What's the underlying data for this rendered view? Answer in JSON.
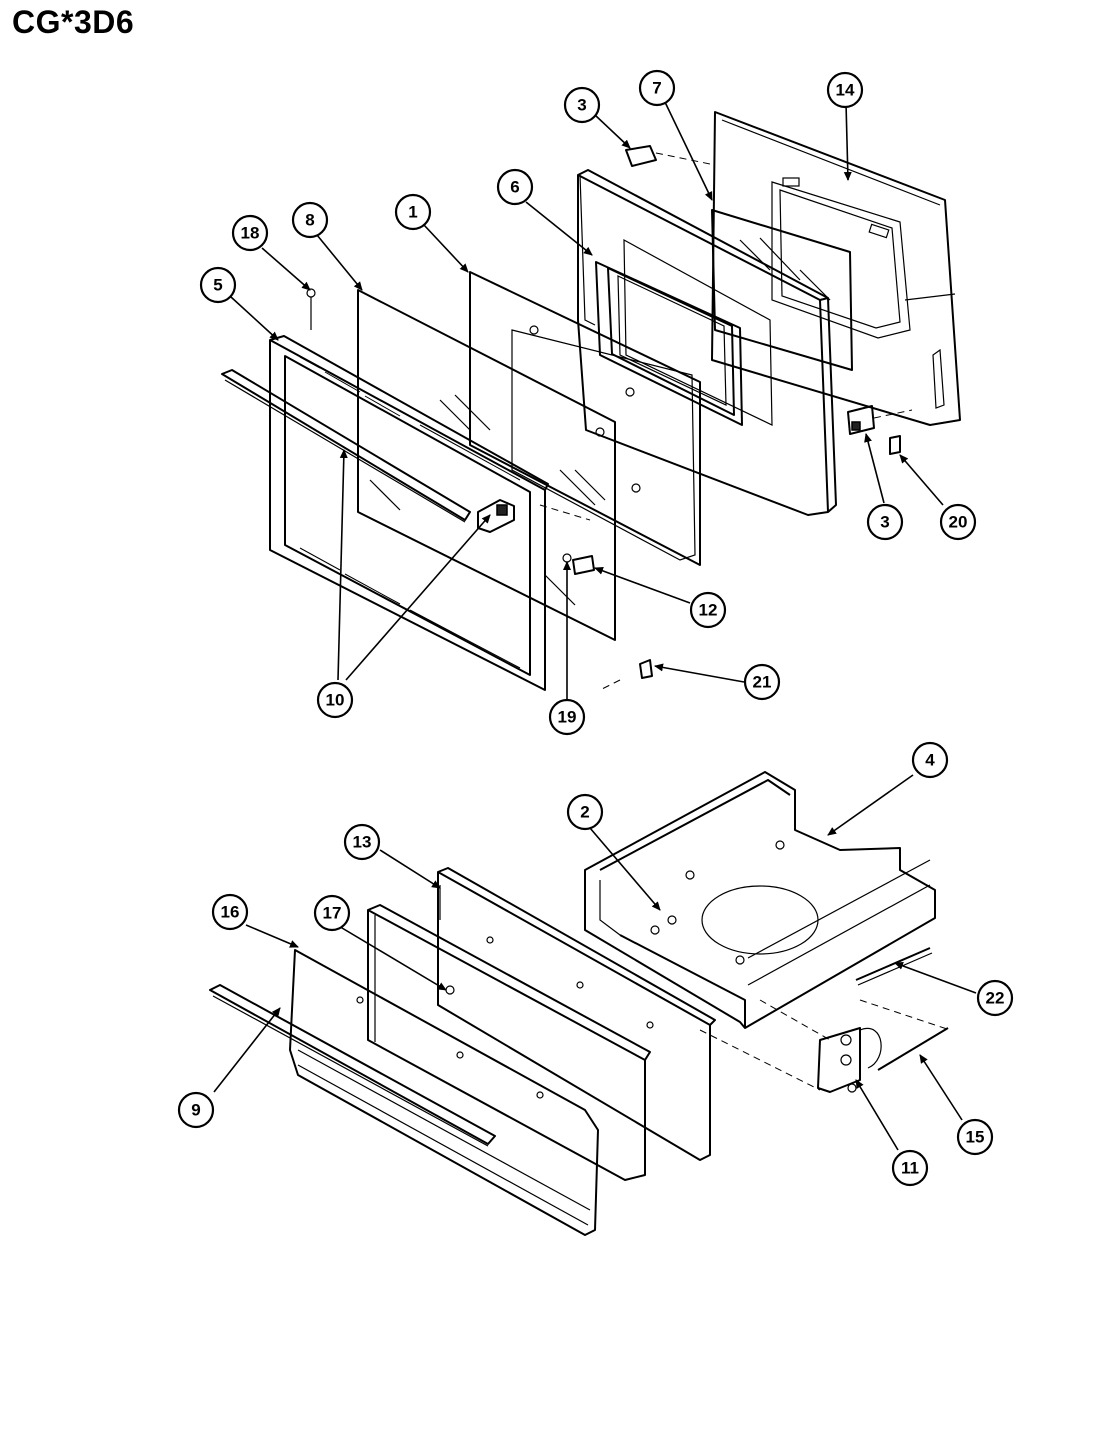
{
  "title": "CG*3D6",
  "callouts": [
    "1",
    "2",
    "3",
    "3",
    "4",
    "5",
    "6",
    "7",
    "8",
    "9",
    "10",
    "11",
    "12",
    "13",
    "14",
    "15",
    "16",
    "17",
    "18",
    "19",
    "20",
    "21",
    "22"
  ]
}
